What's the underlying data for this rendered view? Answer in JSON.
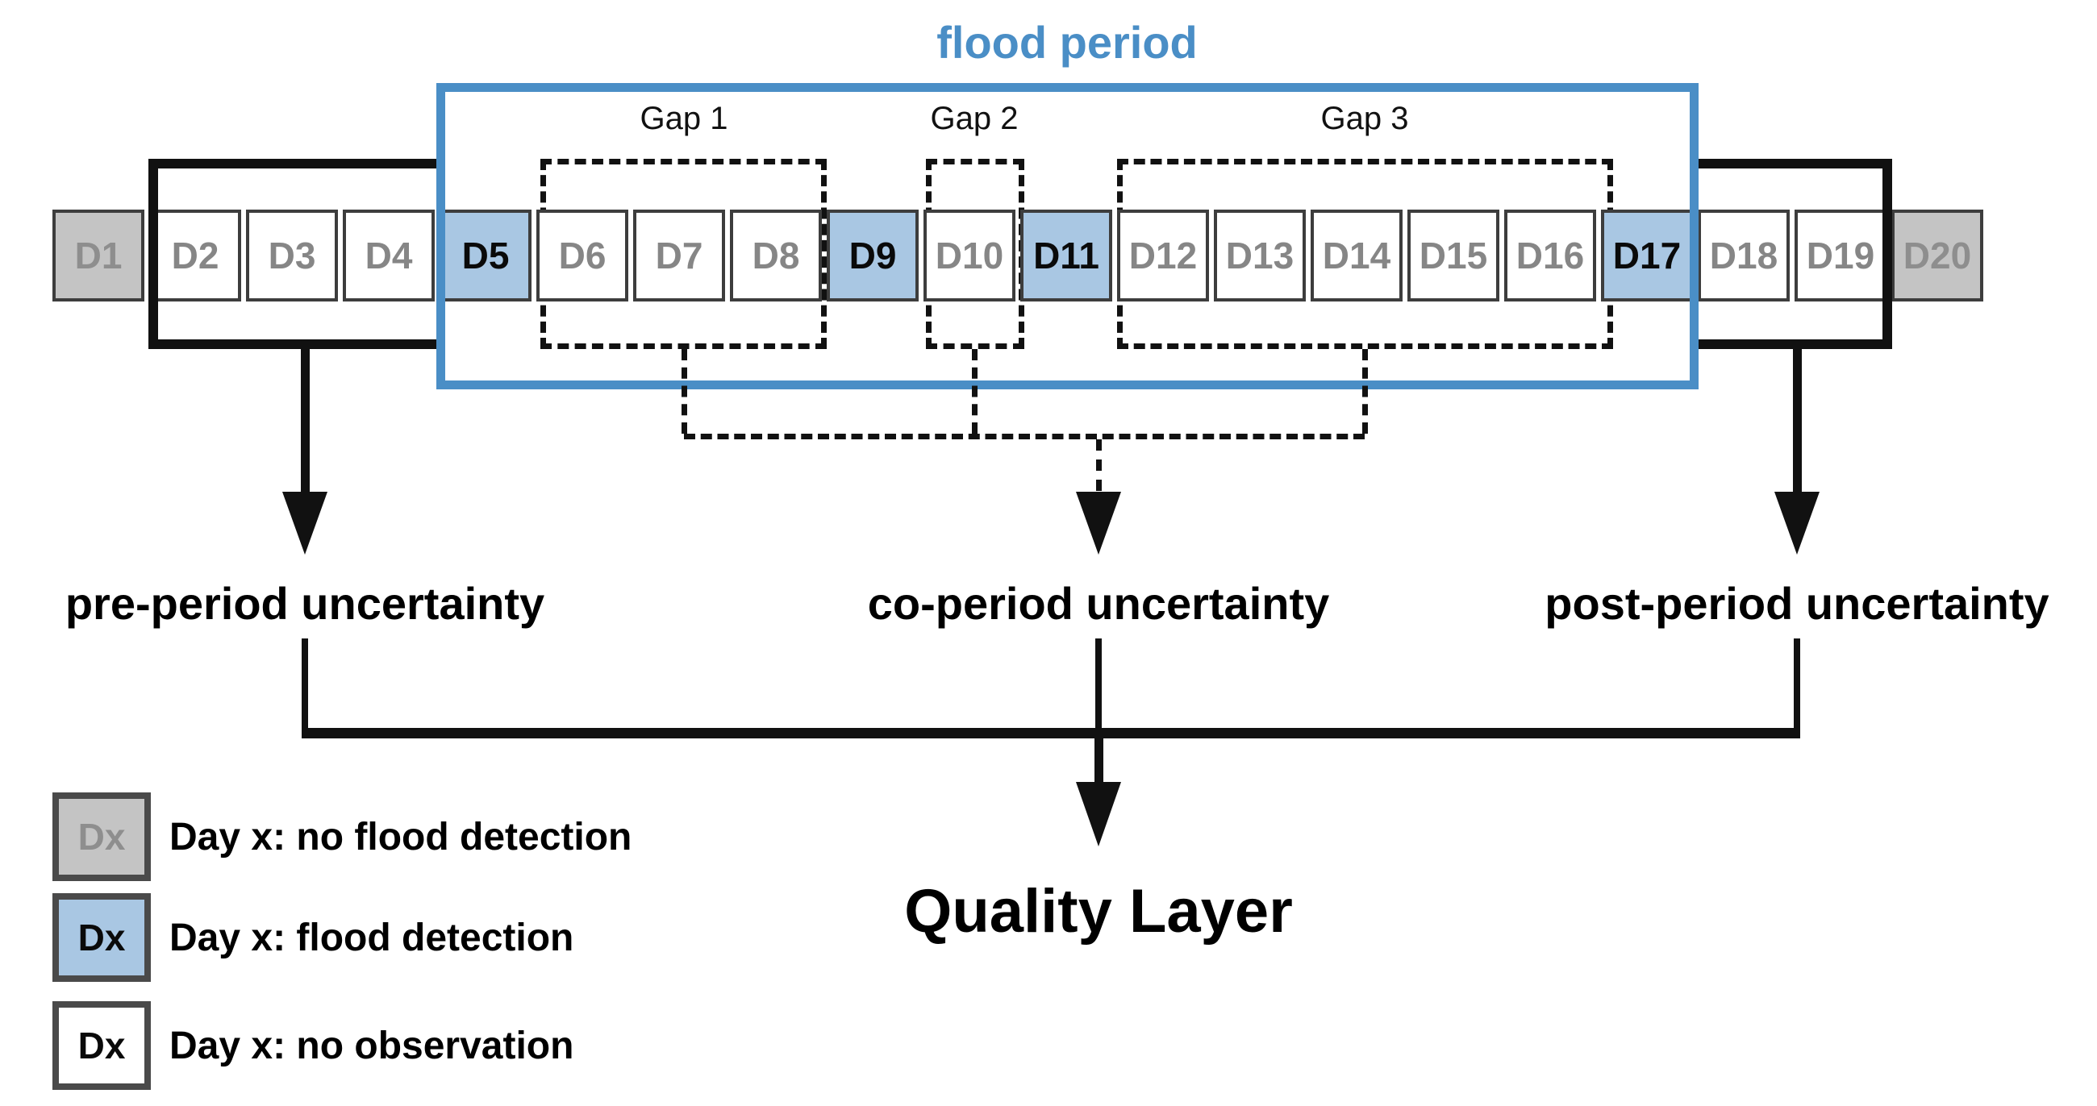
{
  "title": "flood period",
  "timeline": {
    "days": [
      {
        "label": "D1",
        "type": "no_flood_detection"
      },
      {
        "label": "D2",
        "type": "no_observation"
      },
      {
        "label": "D3",
        "type": "no_observation"
      },
      {
        "label": "D4",
        "type": "no_observation"
      },
      {
        "label": "D5",
        "type": "flood_detection"
      },
      {
        "label": "D6",
        "type": "no_observation"
      },
      {
        "label": "D7",
        "type": "no_observation"
      },
      {
        "label": "D8",
        "type": "no_observation"
      },
      {
        "label": "D9",
        "type": "flood_detection"
      },
      {
        "label": "D10",
        "type": "no_observation"
      },
      {
        "label": "D11",
        "type": "flood_detection"
      },
      {
        "label": "D12",
        "type": "no_observation"
      },
      {
        "label": "D13",
        "type": "no_observation"
      },
      {
        "label": "D14",
        "type": "no_observation"
      },
      {
        "label": "D15",
        "type": "no_observation"
      },
      {
        "label": "D16",
        "type": "no_observation"
      },
      {
        "label": "D17",
        "type": "flood_detection"
      },
      {
        "label": "D18",
        "type": "no_observation"
      },
      {
        "label": "D19",
        "type": "no_observation"
      },
      {
        "label": "D20",
        "type": "no_flood_detection"
      }
    ],
    "gap_labels": [
      "Gap 1",
      "Gap 2",
      "Gap 3"
    ]
  },
  "uncertainty": {
    "pre": "pre-period uncertainty",
    "co": "co-period uncertainty",
    "post": "post-period uncertainty"
  },
  "output_label": "Quality Layer",
  "legend": [
    {
      "type": "no_flood_detection",
      "swatch_label": "Dx",
      "label": "Day x: no flood detection"
    },
    {
      "type": "flood_detection",
      "swatch_label": "Dx",
      "label": "Day x: flood detection"
    },
    {
      "type": "no_observation",
      "swatch_label": "Dx",
      "label": "Day x: no observation"
    }
  ],
  "colors": {
    "accent_blue": "#4a8ec6",
    "flood_fill": "#a9c7e3",
    "no_flood_fill": "#c4c4c4",
    "no_observation_fill": "#ffffff",
    "box_border": "#3d3d3d",
    "line_black": "#111111"
  }
}
